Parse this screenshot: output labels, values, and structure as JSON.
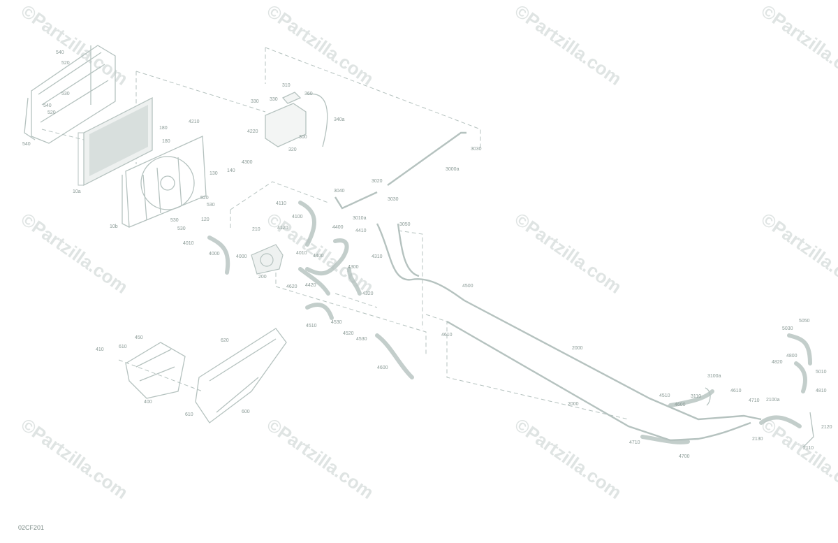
{
  "diagram_code": "02CF201",
  "watermark": "©Partzilla.com",
  "line_color": "#b5c2bf",
  "label_color": "#8a9a96",
  "parts": [
    "540",
    "520",
    "530",
    "540",
    "520",
    "540",
    "4210",
    "180",
    "180",
    "10a",
    "10b",
    "130",
    "140",
    "520",
    "530",
    "120",
    "530",
    "530",
    "4010",
    "4300",
    "330",
    "330",
    "310",
    "360",
    "340a",
    "4220",
    "320",
    "300",
    "3030",
    "3000a",
    "3040",
    "3020",
    "3030",
    "3010a",
    "3050",
    "4110",
    "4100",
    "4400",
    "4410",
    "4120",
    "210",
    "4010",
    "4000",
    "4000",
    "200",
    "4400",
    "4420",
    "4620",
    "4510",
    "4530",
    "4520",
    "4530",
    "4300",
    "4310",
    "4320",
    "4600",
    "4500",
    "4610",
    "410",
    "610",
    "450",
    "400",
    "620",
    "610",
    "600",
    "2000",
    "2000",
    "4510",
    "3100a",
    "3110",
    "4600",
    "4610",
    "4710",
    "2100a",
    "4710",
    "2130",
    "2110",
    "4700",
    "5030",
    "5050",
    "4800",
    "5010",
    "4820",
    "4810",
    "2120"
  ]
}
